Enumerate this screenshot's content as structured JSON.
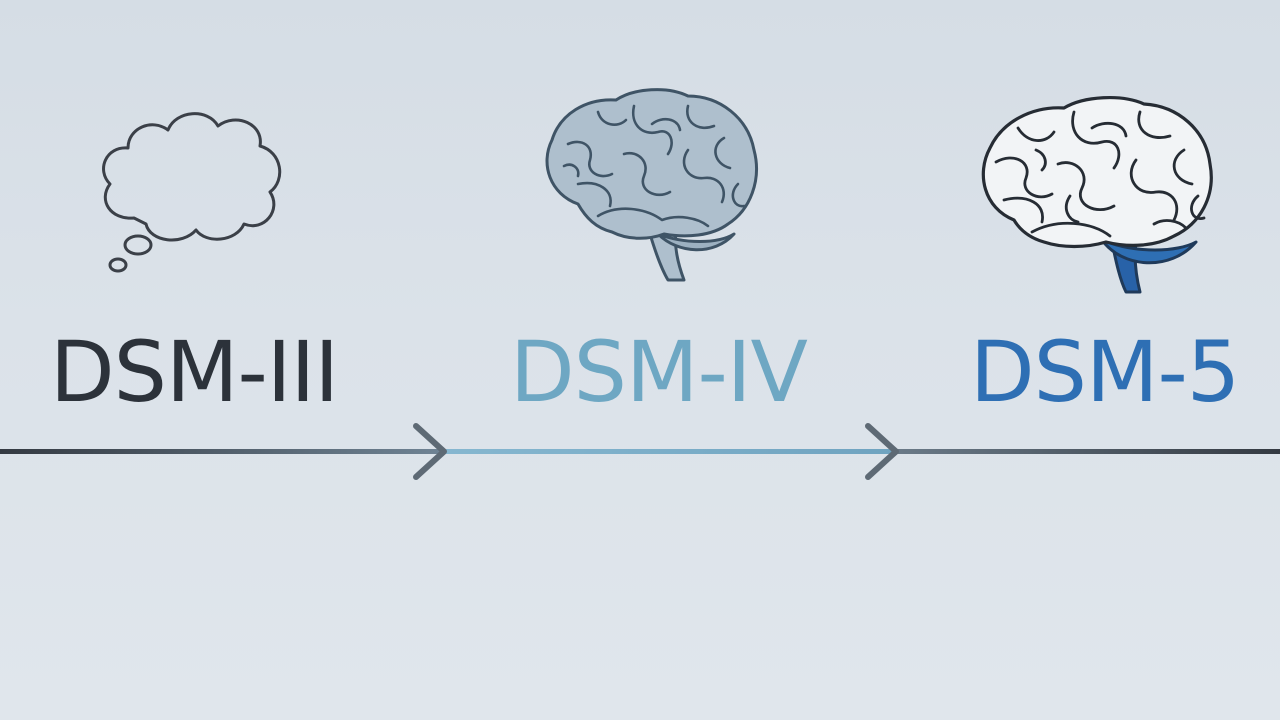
{
  "stages": [
    {
      "label": "DSM-III",
      "icon": "thought-bubble-icon",
      "color": "#2c323a"
    },
    {
      "label": "DSM-IV",
      "icon": "brain-icon",
      "color": "#6ea7c3"
    },
    {
      "label": "DSM-5",
      "icon": "brain-detailed-icon",
      "color": "#2e6fb4"
    }
  ],
  "colors": {
    "background": "#d9e0e7",
    "timeline_dark": "#343a42",
    "timeline_light": "#7fb0cb",
    "arrow": "#5e6a75",
    "brain_fill": "#aebfcd",
    "brain_stroke": "#3f5466",
    "brain_accent": "#2862a8"
  }
}
